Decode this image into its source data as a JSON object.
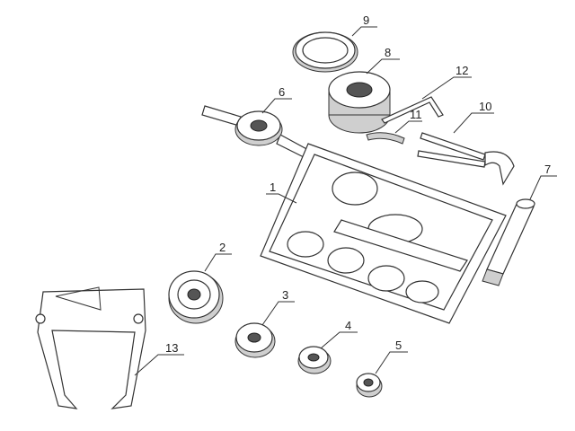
{
  "diagram": {
    "type": "exploded-parts-view",
    "callouts": [
      "1",
      "2",
      "3",
      "4",
      "5",
      "6",
      "7",
      "8",
      "9",
      "10",
      "11",
      "12",
      "13"
    ]
  }
}
